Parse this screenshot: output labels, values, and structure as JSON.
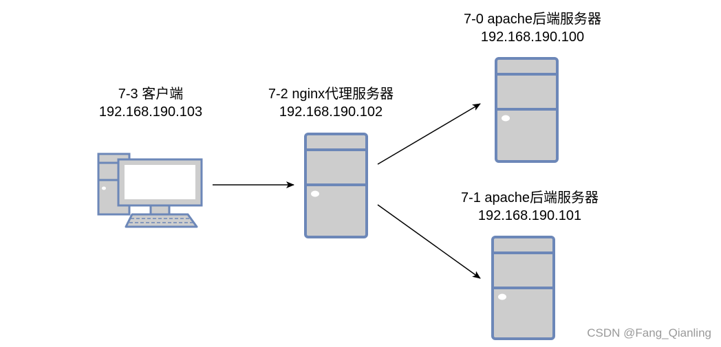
{
  "nodes": {
    "client": {
      "name": "7-3 客户端",
      "ip": "192.168.190.103"
    },
    "proxy": {
      "name": "7-2 nginx代理服务器",
      "ip": "192.168.190.102"
    },
    "backend0": {
      "name": "7-0 apache后端服务器",
      "ip": "192.168.190.100"
    },
    "backend1": {
      "name": "7-1 apache后端服务器",
      "ip": "192.168.190.101"
    }
  },
  "watermark": "CSDN @Fang_Qianling",
  "colors": {
    "stroke": "#6c87b8",
    "fill": "#cdcdcd",
    "arrow": "#000000"
  }
}
